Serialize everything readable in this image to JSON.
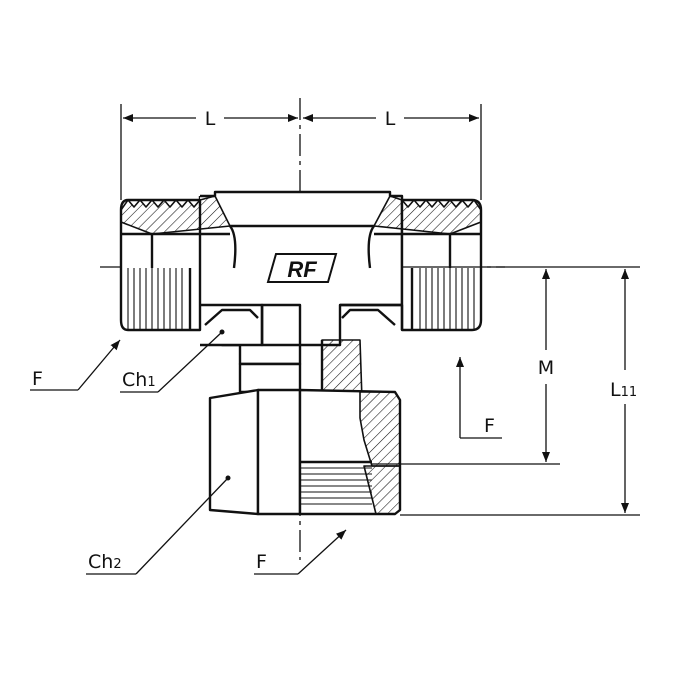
{
  "labels": {
    "L_left": "L",
    "L_right": "L",
    "M": "M",
    "L11_main": "L",
    "L11_sub": "11",
    "F_left": "F",
    "F_right": "F",
    "F_bottom": "F",
    "Ch1_main": "Ch",
    "Ch1_sub": "1",
    "Ch2_main": "Ch",
    "Ch2_sub": "2",
    "logo": "RF"
  },
  "colors": {
    "line": "#111111",
    "background": "#ffffff"
  }
}
